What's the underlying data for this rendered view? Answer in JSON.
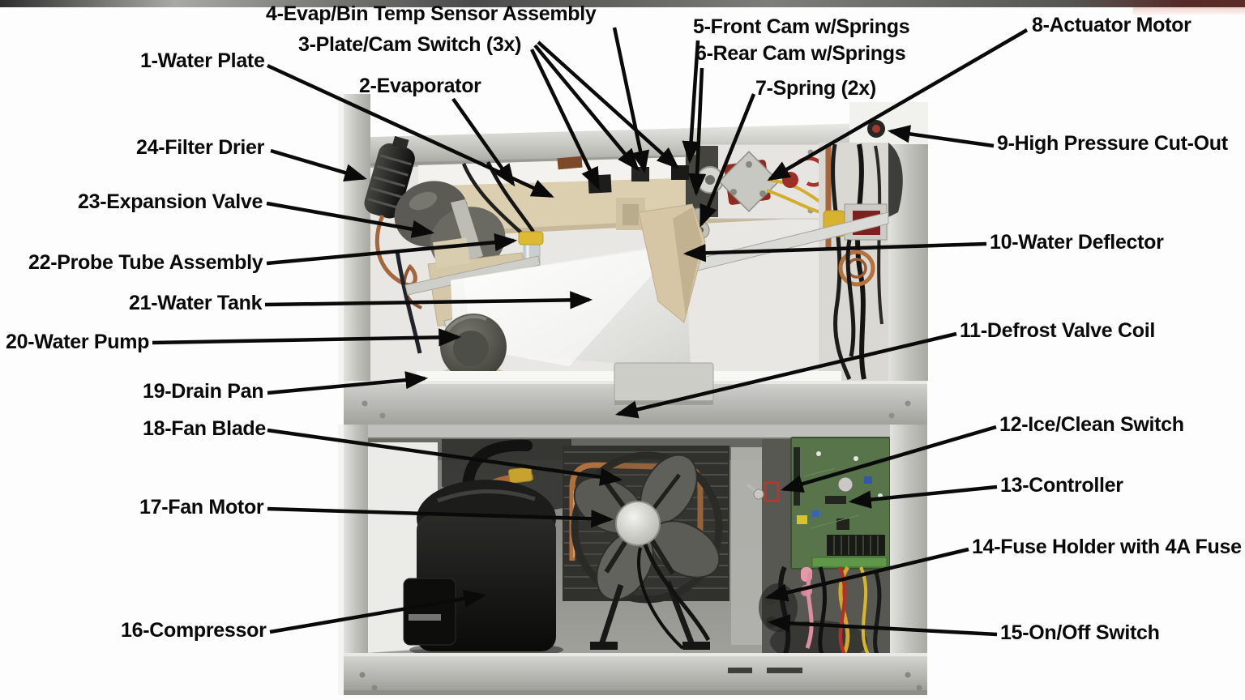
{
  "top_strip": {
    "left_color": "#2e2e2e",
    "mid_color": "#7d7d7b",
    "right_color": "#5d2b28",
    "pink_strip_color": "#f0d6d1"
  },
  "diagram": {
    "subject": "Ice machine internal component callout diagram, front view with upper (evaporator) and lower (compressor) compartments",
    "label_color": "#0a0a0a",
    "arrow_color": "#0a0a0a",
    "labels": [
      {
        "id": 1,
        "text": "1-Water Plate"
      },
      {
        "id": 2,
        "text": "2-Evaporator"
      },
      {
        "id": 3,
        "text": "3-Plate/Cam Switch (3x)"
      },
      {
        "id": 4,
        "text": "4-Evap/Bin Temp Sensor Assembly"
      },
      {
        "id": 5,
        "text": "5-Front Cam w/Springs"
      },
      {
        "id": 6,
        "text": "6-Rear Cam w/Springs"
      },
      {
        "id": 7,
        "text": "7-Spring (2x)"
      },
      {
        "id": 8,
        "text": "8-Actuator Motor"
      },
      {
        "id": 9,
        "text": "9-High Pressure Cut-Out"
      },
      {
        "id": 10,
        "text": "10-Water Deflector"
      },
      {
        "id": 11,
        "text": "11-Defrost Valve Coil"
      },
      {
        "id": 12,
        "text": "12-Ice/Clean Switch"
      },
      {
        "id": 13,
        "text": "13-Controller"
      },
      {
        "id": 14,
        "text": "14-Fuse Holder with 4A Fuse"
      },
      {
        "id": 15,
        "text": "15-On/Off Switch"
      },
      {
        "id": 16,
        "text": "16-Compressor"
      },
      {
        "id": 17,
        "text": "17-Fan Motor"
      },
      {
        "id": 18,
        "text": "18-Fan Blade"
      },
      {
        "id": 19,
        "text": "19-Drain Pan"
      },
      {
        "id": 20,
        "text": "20-Water Pump"
      },
      {
        "id": 21,
        "text": "21-Water Tank"
      },
      {
        "id": 22,
        "text": "22-Probe Tube Assembly"
      },
      {
        "id": 23,
        "text": "23-Expansion Valve"
      },
      {
        "id": 24,
        "text": "24-Filter Drier"
      }
    ],
    "machine_palette": {
      "frame_aluminum": "#c6c6c1",
      "interior_upper": "#e8e7e3",
      "interior_lower": "#8a8a85",
      "cream_trough": "#dccfb0",
      "water_tank_white": "#fbfbf9",
      "deflector_tan": "#d7c6a5",
      "compressor_black": "#121210",
      "copper_tube": "#b0703e",
      "pcb_green": "#57744b",
      "wire_yellow": "#d1a92c",
      "wire_red": "#b3302a",
      "wire_pink": "#dd8f9e"
    }
  }
}
